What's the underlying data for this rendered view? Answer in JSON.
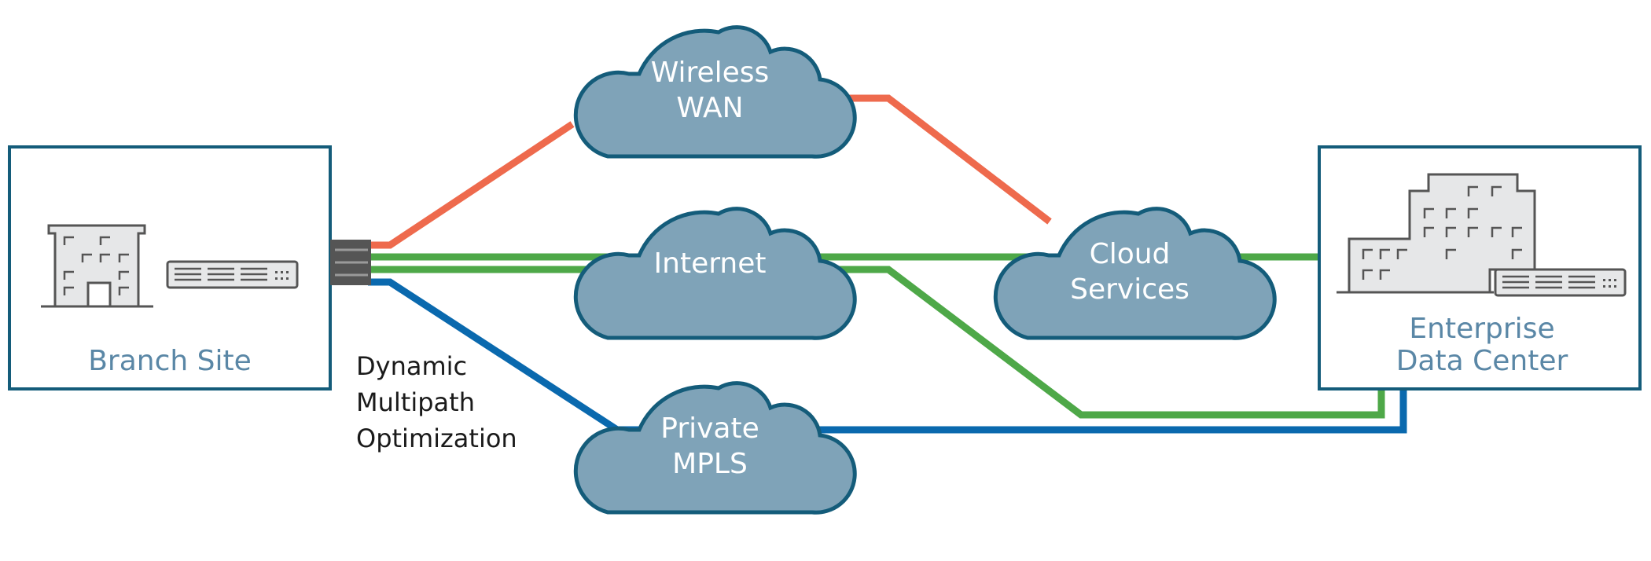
{
  "colors": {
    "wireless": "#ee6a4d",
    "internet": "#4ea848",
    "mpls": "#0a69ae",
    "cloud_fill": "#7fa3b8",
    "cloud_stroke": "#145c7a",
    "box_stroke": "#145c7a",
    "label_blue": "#5a87a6",
    "icon_gray": "#555555",
    "icon_fill": "#e6e7e8"
  },
  "nodes": {
    "branch": {
      "label": "Branch Site",
      "icons": [
        "building-icon",
        "router-icon"
      ]
    },
    "wireless_wan": {
      "line1": "Wireless",
      "line2": "WAN"
    },
    "internet": {
      "line1": "Internet"
    },
    "private_mpls": {
      "line1": "Private",
      "line2": "MPLS"
    },
    "cloud_services": {
      "line1": "Cloud",
      "line2": "Services"
    },
    "datacenter": {
      "line1": "Enterprise",
      "line2": "Data Center",
      "icons": [
        "building-icon",
        "router-icon"
      ]
    }
  },
  "dmo": {
    "line1": "Dynamic",
    "line2": "Multipath",
    "line3": "Optimization"
  }
}
